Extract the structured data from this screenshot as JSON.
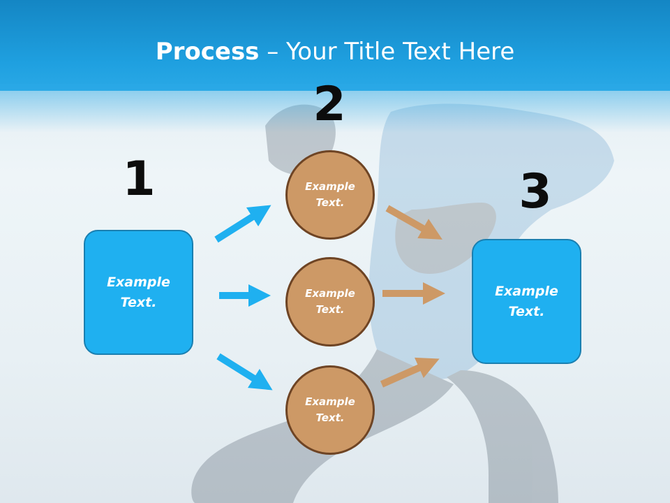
{
  "title": {
    "bold": "Process",
    "rest": " – Your Title Text Here"
  },
  "steps": [
    {
      "number": "1",
      "text": "Example Text."
    },
    {
      "number": "2",
      "items": [
        {
          "text": "Example Text."
        },
        {
          "text": "Example Text."
        },
        {
          "text": "Example Text."
        }
      ]
    },
    {
      "number": "3",
      "text": "Example Text."
    }
  ],
  "colors": {
    "header": "#1fa0e0",
    "box": "#1fb0f0",
    "circle": "#cd9966",
    "blue_arrow": "#1fb0f0",
    "tan_arrow": "#cd9966"
  }
}
